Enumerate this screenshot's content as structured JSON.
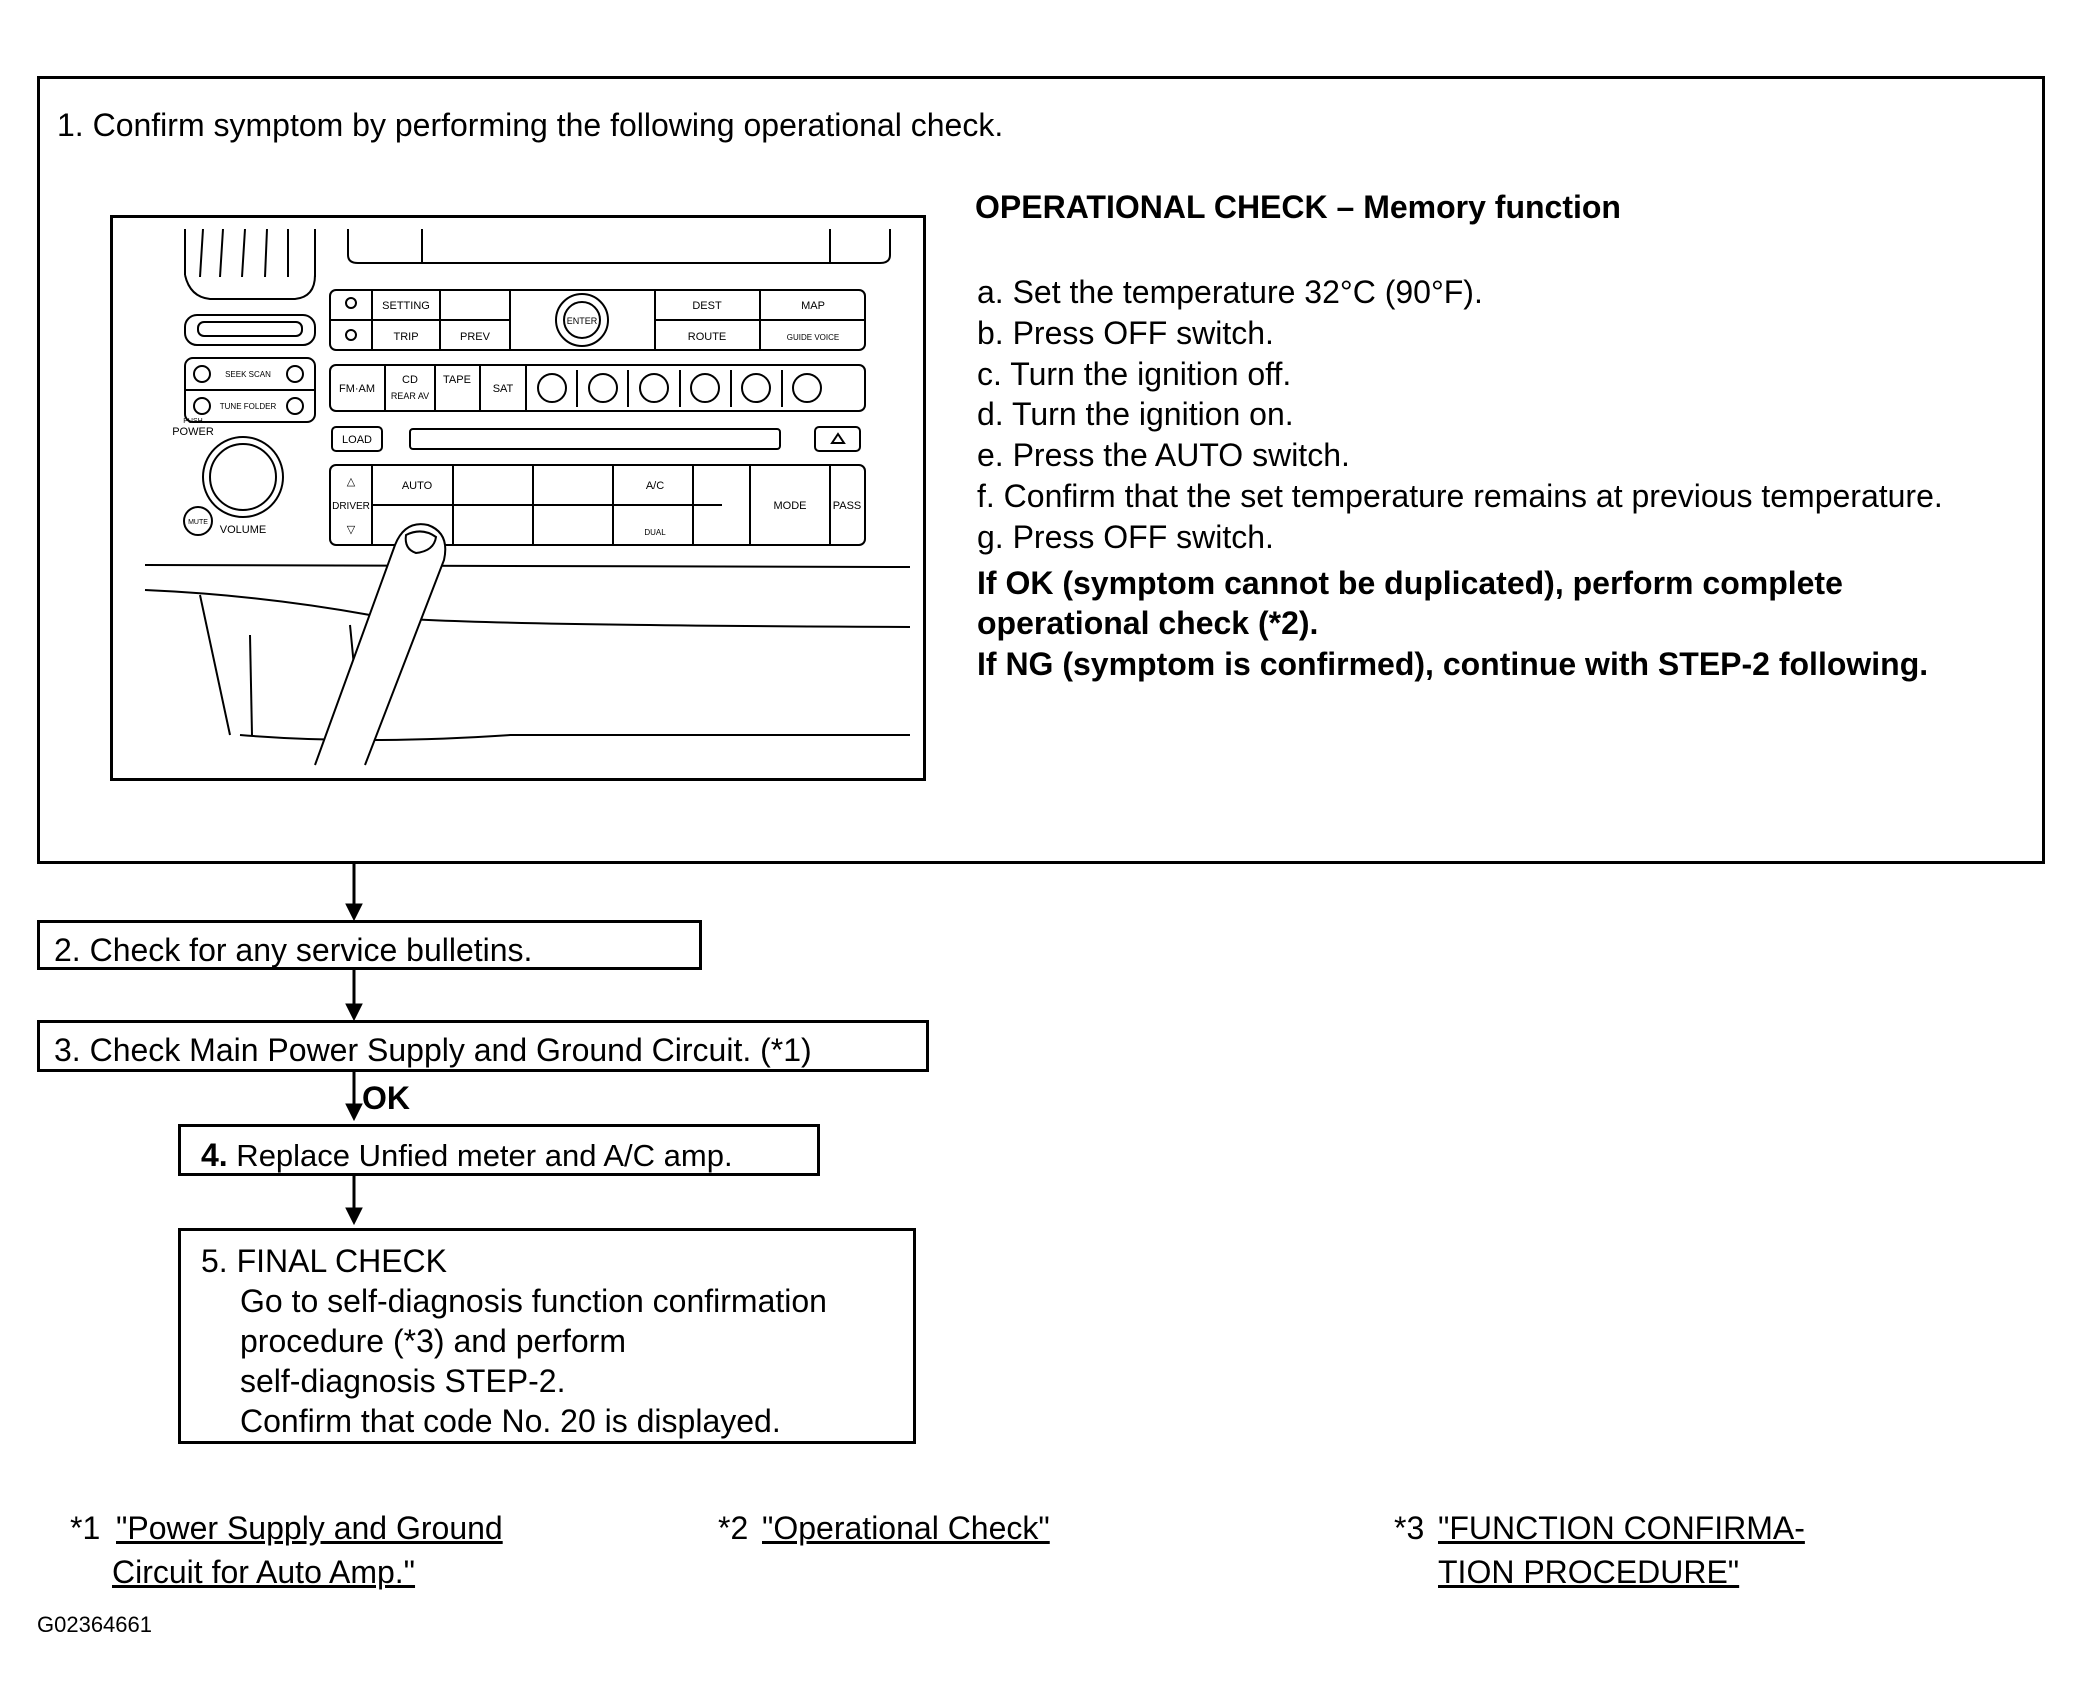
{
  "step1": {
    "title": "1. Confirm symptom by performing the following operational check.",
    "check_title": "OPERATIONAL CHECK – Memory function",
    "items": [
      "a. Set the temperature 32°C (90°F).",
      "b. Press OFF switch.",
      "c. Turn the ignition off.",
      "d. Turn the ignition on.",
      "e. Press the AUTO switch.",
      "f.  Confirm that the set temperature remains at previous temperature.",
      "g. Press OFF switch."
    ],
    "result_lines": [
      "If OK (symptom cannot be duplicated), perform complete",
      "operational check (*2).",
      "If NG (symptom is confirmed), continue with STEP-2 following."
    ]
  },
  "panel": {
    "setting": "SETTING",
    "trip": "TRIP",
    "prev": "PREV",
    "enter": "ENTER",
    "dest": "DEST",
    "route": "ROUTE",
    "map": "MAP",
    "guide": "GUIDE VOICE",
    "seek": "SEEK SCAN",
    "tune": "TUNE FOLDER",
    "fm_am": "FM·AM",
    "cd": "CD",
    "rear_av": "REAR AV",
    "tape": "TAPE",
    "sat": "SAT",
    "load": "LOAD",
    "push": "PUSH",
    "power": "POWER",
    "volume": "VOLUME",
    "mute": "MUTE",
    "auto": "AUTO",
    "driver": "DRIVER",
    "ac": "A/C",
    "dual": "DUAL",
    "mode": "MODE",
    "pass": "PASS"
  },
  "step2": "2. Check for any service bulletins.",
  "step3": "3. Check Main Power Supply and Ground Circuit. (*1)",
  "ok_label": "OK",
  "step4": {
    "num": "4.",
    "text": " Replace Unfied meter and A/C amp."
  },
  "step5": {
    "lines": [
      "5. FINAL CHECK",
      "Go to self-diagnosis function confirmation",
      "procedure (*3) and perform",
      "self-diagnosis STEP-2.",
      "Confirm that code No. 20 is displayed."
    ]
  },
  "refs": [
    {
      "mark": "*1",
      "line1": "\"Power Supply and Ground",
      "line2": "Circuit for Auto Amp.\""
    },
    {
      "mark": "*2",
      "line1": "\"Operational Check\"",
      "line2": ""
    },
    {
      "mark": "*3",
      "line1": "\"FUNCTION CONFIRMA-",
      "line2": "TION PROCEDURE\""
    }
  ],
  "figure_id": "G02364661"
}
